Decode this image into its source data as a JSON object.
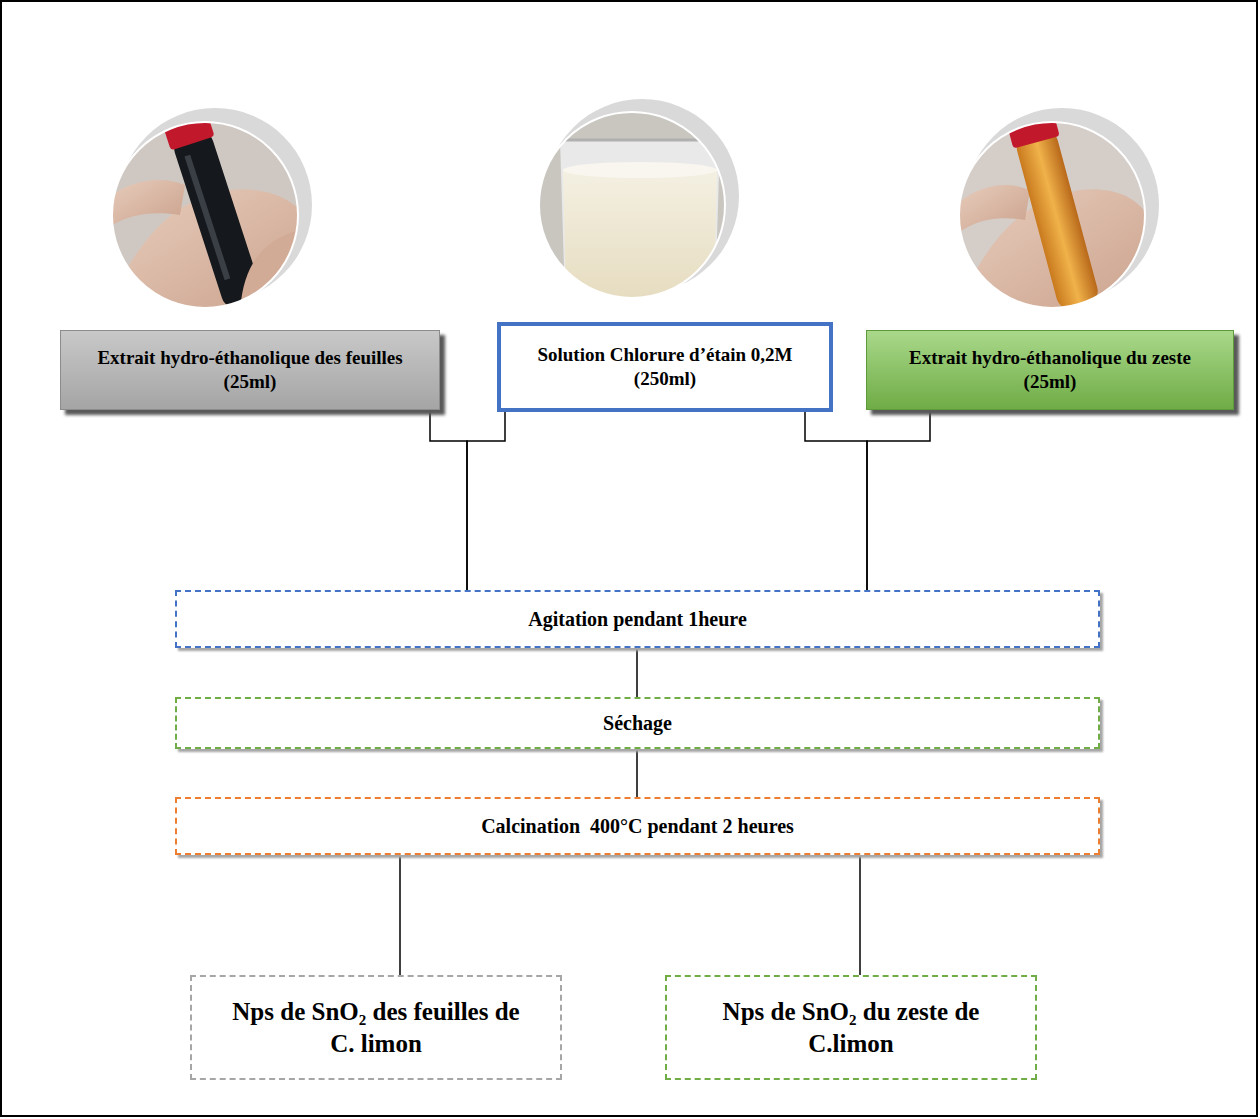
{
  "diagram": {
    "nodes": [
      {
        "text": [
          "Extrait hydro-éthanolique des feuilles (25ml)"
        ]
      },
      {
        "text": [
          "Solution Chlorure d’étain 0,2M (250ml)"
        ]
      },
      {
        "text": [
          "Extrait hydro-éthanolique du zeste (25ml)"
        ]
      },
      {
        "text": [
          "Agitation pendant 1heure"
        ]
      },
      {
        "text": [
          "Séchage"
        ]
      },
      {
        "text": [
          "Calcination  400°C pendant 2 heures"
        ]
      },
      {
        "text": [
          "Nps de SnO₂ des feuilles de C. limon"
        ]
      },
      {
        "text": [
          "Nps de SnO₂ du zeste de C.limon"
        ]
      }
    ],
    "edges": [
      {
        "from": 0,
        "to": 3,
        "arrow": "none"
      },
      {
        "from": 1,
        "to": 3,
        "arrow": "none"
      },
      {
        "from": 1,
        "to": 3,
        "arrow": "none"
      },
      {
        "from": 2,
        "to": 3,
        "arrow": "none"
      },
      {
        "from": 3,
        "to": 4,
        "arrow": "none"
      },
      {
        "from": 4,
        "to": 5,
        "arrow": "none"
      },
      {
        "from": 5,
        "to": 6,
        "arrow": "none"
      },
      {
        "from": 5,
        "to": 7,
        "arrow": "none"
      }
    ]
  }
}
